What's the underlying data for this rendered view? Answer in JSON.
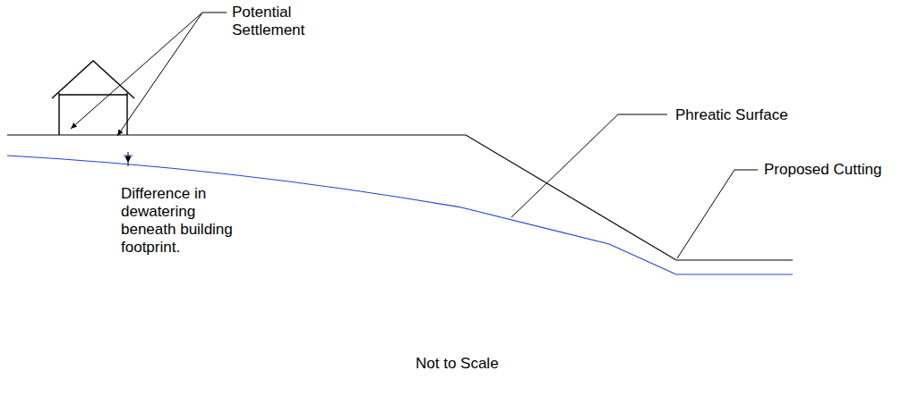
{
  "diagram": {
    "labels": [
      "Potential Settlement",
      "Phreatic Surface",
      "Proposed Cutting",
      "Difference in dewatering beneath building footprint.",
      "Not to Scale"
    ]
  }
}
